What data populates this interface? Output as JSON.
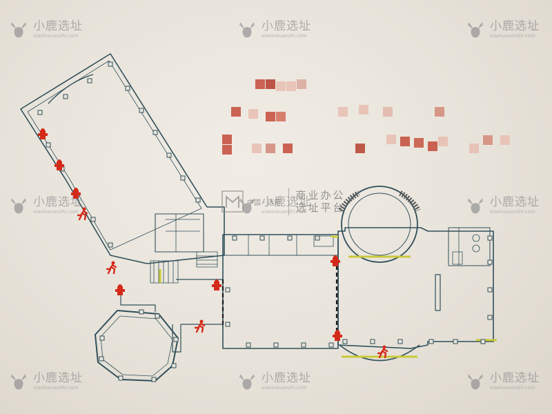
{
  "watermark": {
    "brand_cn": "小鹿选址",
    "brand_en": "xiaoluxuanzhi.com",
    "icon": "deer-icon",
    "color": "#7c7c80"
  },
  "brand_panel": {
    "line1": "商业办公",
    "line2": "选址平台",
    "small_text": "中国 · 选府",
    "icon": "seal-icon"
  },
  "legend_icons": {
    "fire_hydrant": "fire-hydrant-icon",
    "emergency_exit": "emergency-exit-icon"
  },
  "colors": {
    "wall": "#3b6a74",
    "outline": "#2f4f5a",
    "accent": "#c9c93a",
    "marker": "#d42a1a",
    "pixel_red": "#c44a3a",
    "pixel_pink": "#e8bdb1"
  }
}
